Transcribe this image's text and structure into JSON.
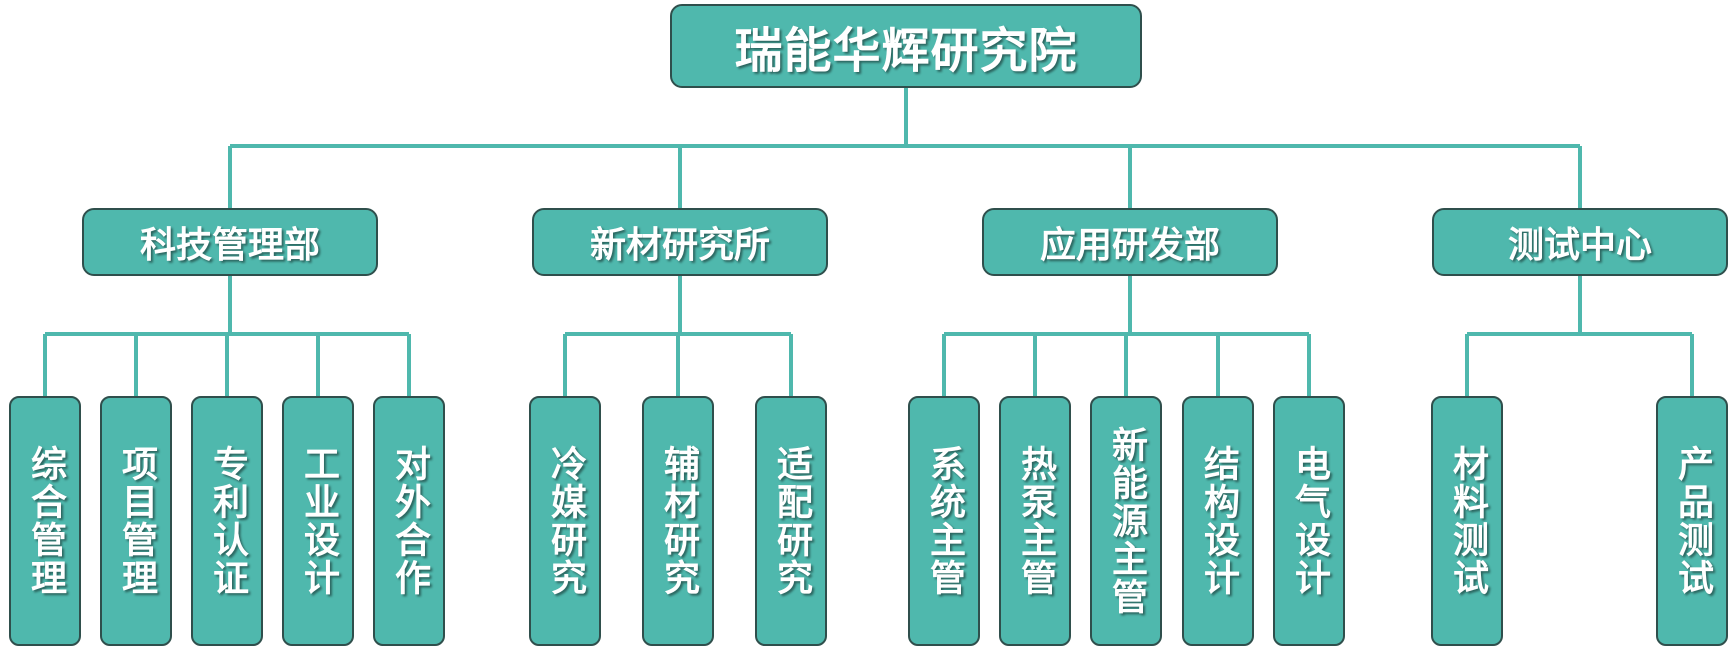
{
  "colors": {
    "box_fill": "#4fb8ad",
    "box_border": "#2f4f4c",
    "line": "#4fb8ad",
    "text": "#ffffff"
  },
  "root": {
    "label": "瑞能华辉研究院"
  },
  "departments": [
    {
      "label": "科技管理部",
      "children": [
        "综合管理",
        "项目管理",
        "专利认证",
        "工业设计",
        "对外合作"
      ]
    },
    {
      "label": "新材研究所",
      "children": [
        "冷媒研究",
        "辅材研究",
        "适配研究"
      ]
    },
    {
      "label": "应用研发部",
      "children": [
        "系统主管",
        "热泵主管",
        "新能源主管",
        "结构设计",
        "电气设计"
      ]
    },
    {
      "label": "测试中心",
      "children": [
        "材料测试",
        "产品测试"
      ]
    }
  ]
}
